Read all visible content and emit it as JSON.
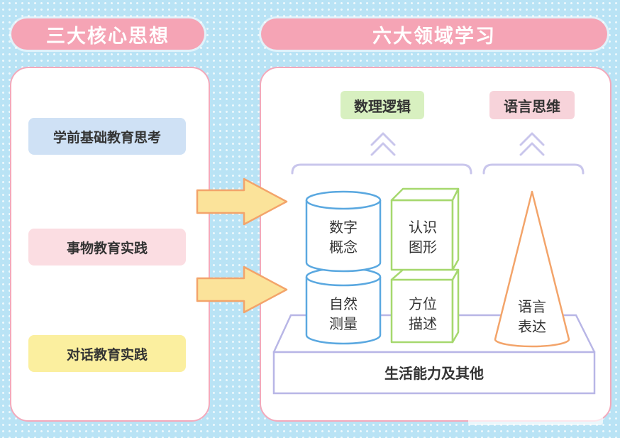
{
  "headers": {
    "left": "三大核心思想",
    "right": "六大领域学习"
  },
  "core_ideas": [
    "学前基础教育思考",
    "事物教育实践",
    "对话教育实践"
  ],
  "outcomes": {
    "math": "数理逻辑",
    "language": "语言思维"
  },
  "domains": {
    "number_concept": [
      "数字",
      "概念"
    ],
    "nature_measure": [
      "自然",
      "测量"
    ],
    "shapes": [
      "认识",
      "图形"
    ],
    "position": [
      "方位",
      "描述"
    ],
    "language_expression": [
      "语言",
      "表达"
    ],
    "base": "生活能力及其他"
  },
  "colors": {
    "header_pink": "#f5a4b5",
    "panel_border": "#f3a9bb",
    "blue_pill": "#cfe1f5",
    "pink_pill": "#fbdde2",
    "yellow_pill": "#fbef9f",
    "green_tag": "#d8f0c0",
    "pink_tag": "#f7d3da",
    "arrow_fill": "#fbe39a",
    "arrow_stroke": "#f3a46a",
    "cylinder_stroke": "#5aa8e0",
    "cube_stroke": "#a6d86e",
    "cone_stroke": "#f3a46a",
    "base_stroke": "#b8b6e6"
  }
}
